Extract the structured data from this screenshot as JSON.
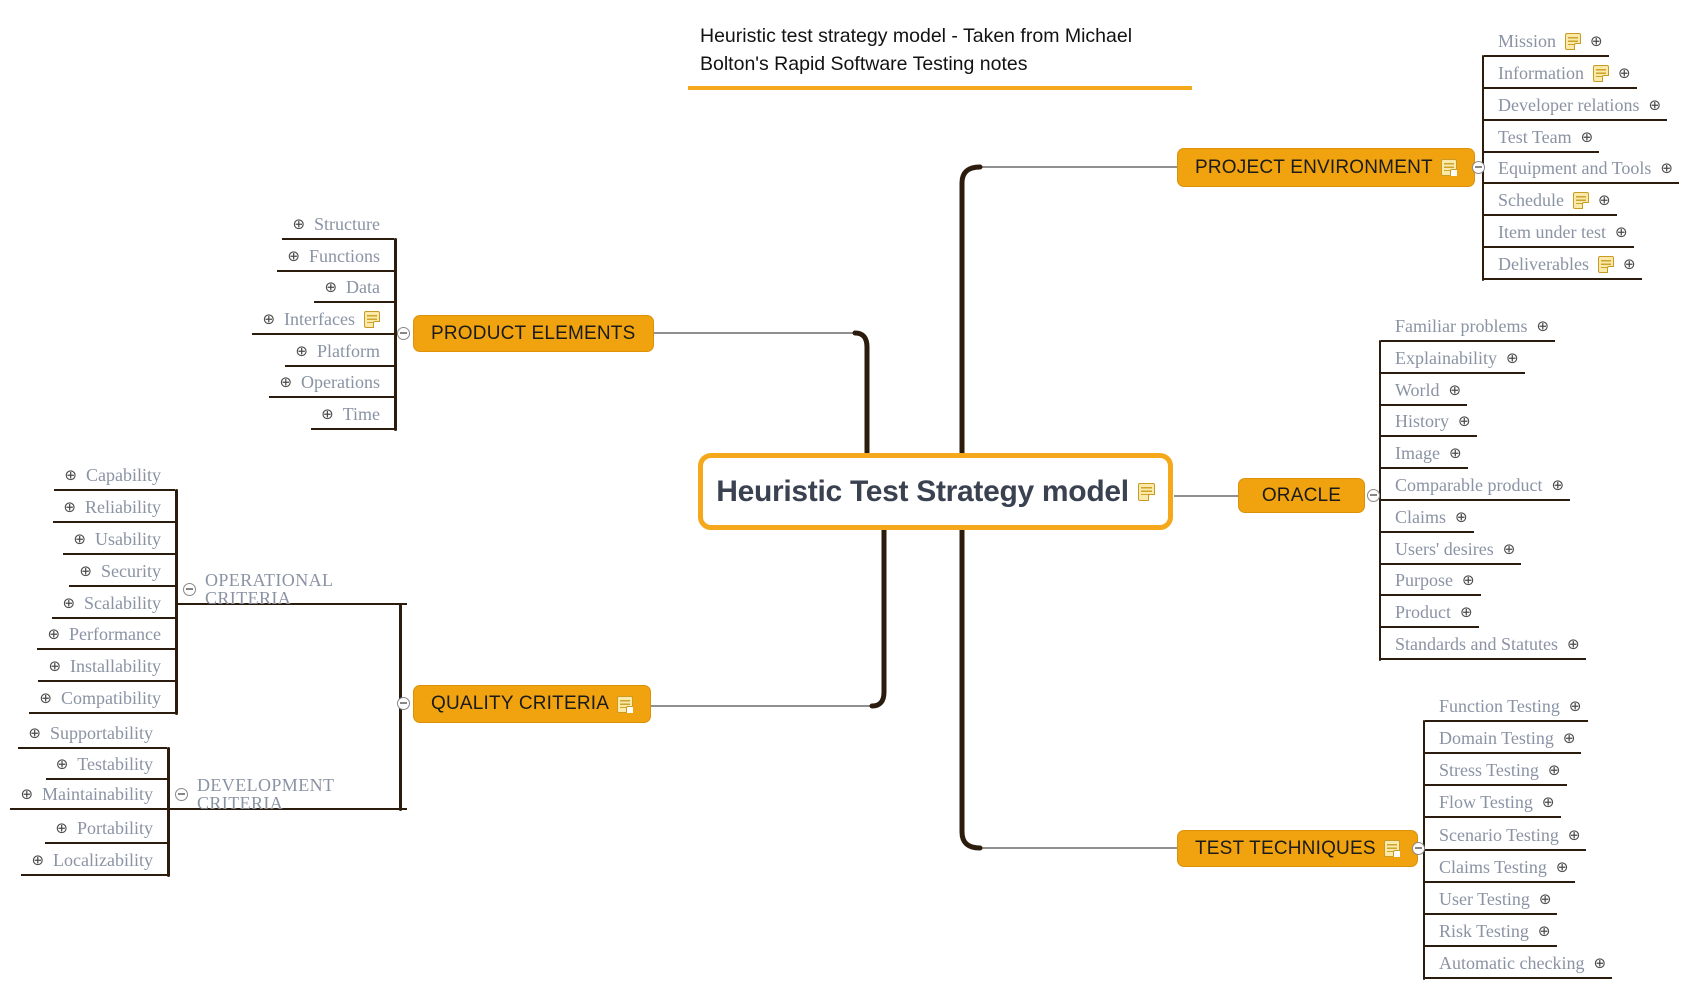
{
  "title": {
    "text": "Heuristic test strategy model - Taken from Michael Bolton's Rapid Software Testing notes"
  },
  "center": {
    "label": "Heuristic Test Strategy model"
  },
  "icons": {
    "expand_glyph": "⊕"
  },
  "colors": {
    "node_fill": "#F0A30F",
    "center_border": "#F5A81C",
    "branch_dark": "#2B1C0E",
    "connector_gray": "#8F8F8F",
    "child_text": "#8A93A4",
    "note_fill": "#FAE9A8"
  },
  "branches": {
    "project_environment": {
      "label": "PROJECT ENVIRONMENT",
      "children": [
        {
          "label": "Mission"
        },
        {
          "label": "Information"
        },
        {
          "label": "Developer relations"
        },
        {
          "label": "Test Team"
        },
        {
          "label": "Equipment and Tools"
        },
        {
          "label": "Schedule"
        },
        {
          "label": "Item under test"
        },
        {
          "label": "Deliverables"
        }
      ]
    },
    "oracle": {
      "label": "ORACLE",
      "children": [
        {
          "label": "Familiar problems"
        },
        {
          "label": "Explainability"
        },
        {
          "label": "World"
        },
        {
          "label": "History"
        },
        {
          "label": "Image"
        },
        {
          "label": "Comparable product"
        },
        {
          "label": "Claims"
        },
        {
          "label": "Users' desires"
        },
        {
          "label": "Purpose"
        },
        {
          "label": "Product"
        },
        {
          "label": "Standards and Statutes"
        }
      ]
    },
    "test_techniques": {
      "label": "TEST TECHNIQUES",
      "children": [
        {
          "label": "Function Testing"
        },
        {
          "label": "Domain Testing"
        },
        {
          "label": "Stress Testing"
        },
        {
          "label": "Flow Testing"
        },
        {
          "label": "Scenario Testing"
        },
        {
          "label": "Claims Testing"
        },
        {
          "label": "User Testing"
        },
        {
          "label": "Risk Testing"
        },
        {
          "label": "Automatic checking"
        }
      ]
    },
    "product_elements": {
      "label": "PRODUCT ELEMENTS",
      "children": [
        {
          "label": "Structure"
        },
        {
          "label": "Functions"
        },
        {
          "label": "Data"
        },
        {
          "label": "Interfaces"
        },
        {
          "label": "Platform"
        },
        {
          "label": "Operations"
        },
        {
          "label": "Time"
        }
      ]
    },
    "quality_criteria": {
      "label": "QUALITY CRITERIA",
      "groups": [
        {
          "label": "OPERATIONAL CRITERIA",
          "children": [
            {
              "label": "Capability"
            },
            {
              "label": "Reliability"
            },
            {
              "label": "Usability"
            },
            {
              "label": "Security"
            },
            {
              "label": "Scalability"
            },
            {
              "label": "Performance"
            },
            {
              "label": "Installability"
            },
            {
              "label": "Compatibility"
            }
          ]
        },
        {
          "label": "DEVELOPMENT CRITERIA",
          "children": [
            {
              "label": "Supportability"
            },
            {
              "label": "Testability"
            },
            {
              "label": "Maintainability"
            },
            {
              "label": "Portability"
            },
            {
              "label": "Localizability"
            }
          ]
        }
      ]
    }
  }
}
